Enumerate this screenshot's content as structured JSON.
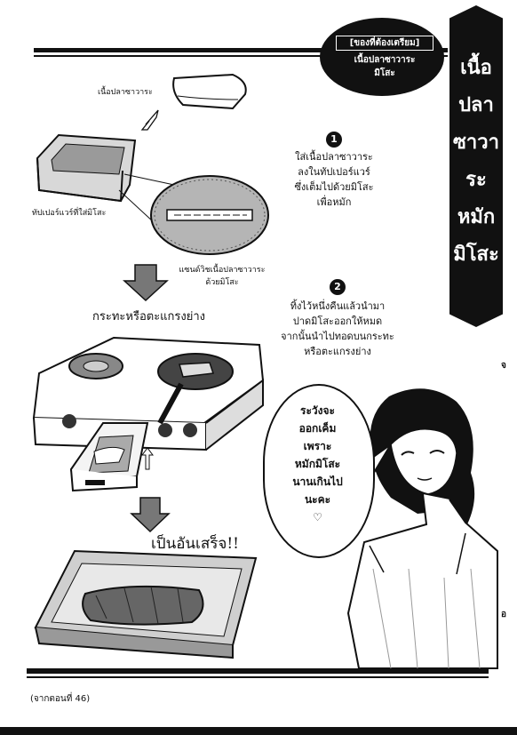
{
  "title_vertical": [
    "เนื้อ",
    "ปลา",
    "ซาวา",
    "ระ",
    "หมัก",
    "มิโสะ"
  ],
  "prepared": {
    "tag": "[ของที่ต้องเตรียม]",
    "lines": [
      "เนื้อปลาซาวาระ",
      "มิโสะ"
    ]
  },
  "labels": {
    "fish_meat": "เนื้อปลาซาวาระ",
    "tupperware": "ทัปเปอร์แวร์ที่ใส่มิโสะ",
    "sandwich_line1": "แซนด์วิชเนื้อปลาซาวาระ",
    "sandwich_line2": "ด้วยมิโสะ",
    "pan_or_grill": "กระทะหรือตะแกรงย่าง",
    "done": "เป็นอันเสร็จ!!"
  },
  "steps": [
    {
      "number": "1",
      "lines": [
        "ใส่เนื้อปลาซาวาระ",
        "ลงในทัปเปอร์แวร์",
        "ซึ่งเต็มไปด้วยมิโสะ",
        "เพื่อหมัก"
      ]
    },
    {
      "number": "2",
      "lines": [
        "ทิ้งไว้หนึ่งคืนแล้วนำมา",
        "ปาดมิโสะออกให้หมด",
        "จากนั้นนำไปทอดบนกระทะ",
        "หรือตะแกรงย่าง"
      ]
    }
  ],
  "speech": {
    "lines": [
      "ระวังจะ",
      "ออกเค็ม",
      "เพราะ",
      "หมักมิโสะ",
      "นานเกินไป",
      "นะคะ",
      "♡"
    ]
  },
  "footer": "(จากตอนที่ 46)",
  "side_marks": [
    "จ",
    "อ"
  ]
}
